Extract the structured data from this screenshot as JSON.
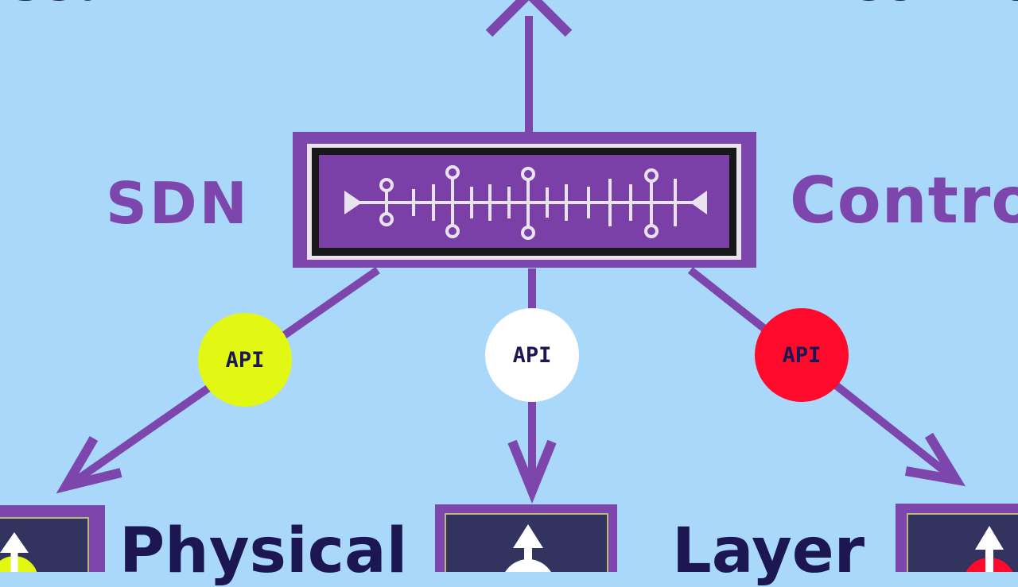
{
  "labels": {
    "top_left_fragment": "nsed",
    "top_right_fragment": "Contro",
    "sdn": "SDN",
    "controller": "Contro",
    "physical": "Physical",
    "layer": "Layer"
  },
  "api_nodes": [
    {
      "label": "API",
      "color": "#e2f812"
    },
    {
      "label": "API",
      "color": "#ffffff"
    },
    {
      "label": "API",
      "color": "#ff0a2a"
    }
  ],
  "colors": {
    "background": "#a9d8fb",
    "purple": "#7c46ad",
    "navy": "#1c1752",
    "device_fill": "#33335f"
  },
  "icons": {
    "controller": "sdn-controller-switch-icon",
    "device": "network-device-icon"
  }
}
